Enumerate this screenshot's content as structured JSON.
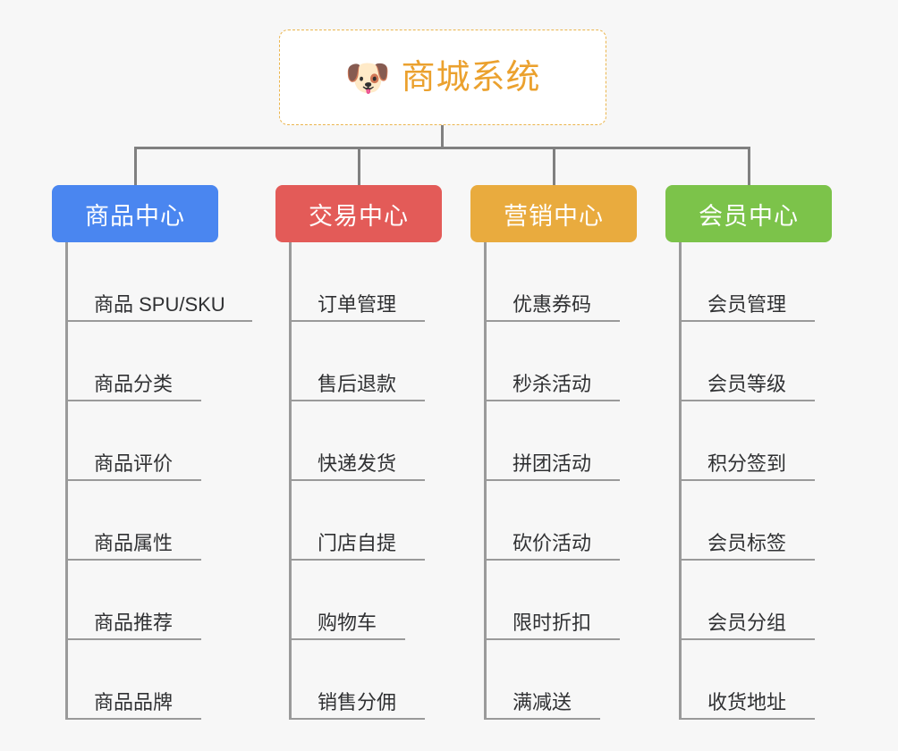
{
  "diagram": {
    "type": "org-chart",
    "background_color": "#f7f7f7",
    "root": {
      "title": "商城系统",
      "emoji": "🐶",
      "emoji_name": "shiba-dog-face",
      "text_color": "#eba12e",
      "border_color": "#eab54d",
      "background_color": "#ffffff"
    },
    "connector_color": "#808080",
    "leaf_rule_color": "#9a9a9a",
    "leaf_text_color": "#303133",
    "columns": [
      {
        "id": "product-center",
        "label": "商品中心",
        "color": "#4a86f0",
        "items": [
          "商品 SPU/SKU",
          "商品分类",
          "商品评价",
          "商品属性",
          "商品推荐",
          "商品品牌"
        ]
      },
      {
        "id": "trade-center",
        "label": "交易中心",
        "color": "#e35b58",
        "items": [
          "订单管理",
          "售后退款",
          "快递发货",
          "门店自提",
          "购物车",
          "销售分佣"
        ]
      },
      {
        "id": "marketing-center",
        "label": "营销中心",
        "color": "#e9ab3e",
        "items": [
          "优惠券码",
          "秒杀活动",
          "拼团活动",
          "砍价活动",
          "限时折扣",
          "满减送"
        ]
      },
      {
        "id": "member-center",
        "label": "会员中心",
        "color": "#7cc34a",
        "items": [
          "会员管理",
          "会员等级",
          "积分签到",
          "会员标签",
          "会员分组",
          "收货地址"
        ]
      }
    ]
  }
}
